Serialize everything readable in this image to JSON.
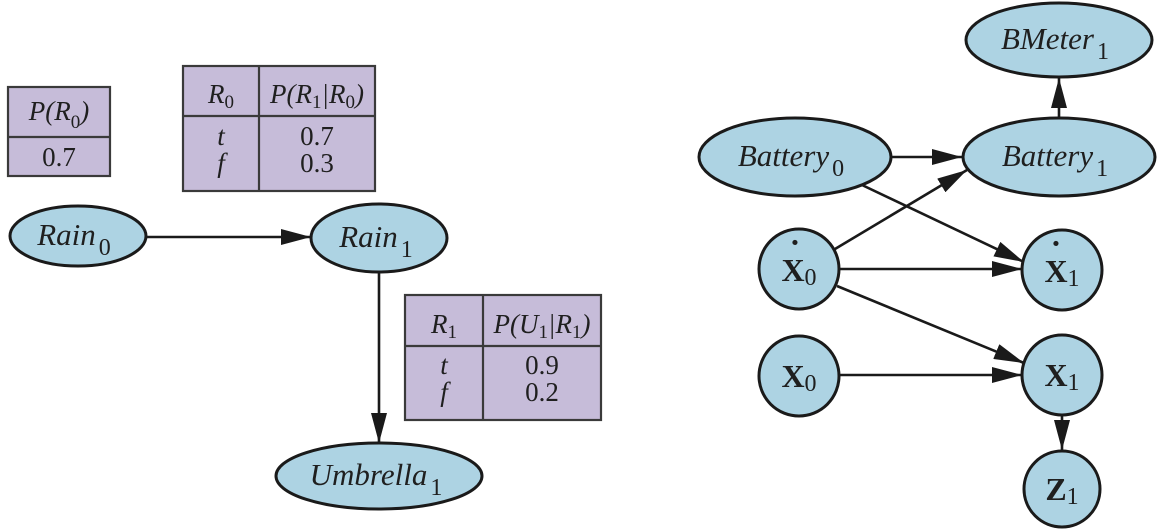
{
  "colors": {
    "node_fill": "#add3e3",
    "cpt_fill": "#c6bcd9",
    "stroke": "#1a1a1a"
  },
  "left_network": {
    "nodes": {
      "rain0": {
        "name": "Rain",
        "sub": "0"
      },
      "rain1": {
        "name": "Rain",
        "sub": "1"
      },
      "umbrella1": {
        "name": "Umbrella",
        "sub": "1"
      }
    },
    "edges": [
      {
        "from": "Rain_0",
        "to": "Rain_1"
      },
      {
        "from": "Rain_1",
        "to": "Umbrella_1"
      }
    ],
    "cpt_prior": {
      "header_p": "P(R",
      "header_sub": "0",
      "header_close": ")",
      "value": "0.7"
    },
    "cpt_transition": {
      "col1": {
        "var": "R",
        "sub": "0"
      },
      "col2": {
        "p": "P(R",
        "s1": "1",
        "mid": "|R",
        "s2": "0",
        "close": ")"
      },
      "rows": [
        {
          "cond": "t",
          "value": "0.7"
        },
        {
          "cond": "f",
          "value": "0.3"
        }
      ]
    },
    "cpt_sensor": {
      "col1": {
        "var": "R",
        "sub": "1"
      },
      "col2": {
        "p": "P(U",
        "s1": "1",
        "mid": "|R",
        "s2": "1",
        "close": ")"
      },
      "rows": [
        {
          "cond": "t",
          "value": "0.9"
        },
        {
          "cond": "f",
          "value": "0.2"
        }
      ]
    }
  },
  "right_network": {
    "nodes": {
      "bmeter1": {
        "name": "BMeter",
        "sub": "1"
      },
      "battery0": {
        "name": "Battery",
        "sub": "0"
      },
      "battery1": {
        "name": "Battery",
        "sub": "1"
      },
      "xdot0": {
        "name": "X",
        "sub": "0",
        "dot": "·"
      },
      "xdot1": {
        "name": "X",
        "sub": "1",
        "dot": "·"
      },
      "x0": {
        "name": "X",
        "sub": "0"
      },
      "x1": {
        "name": "X",
        "sub": "1"
      },
      "z1": {
        "name": "Z",
        "sub": "1"
      }
    },
    "edges": [
      {
        "from": "Battery_0",
        "to": "Battery_1"
      },
      {
        "from": "Battery_1",
        "to": "BMeter_1"
      },
      {
        "from": "Battery_0",
        "to": "Xdot_1"
      },
      {
        "from": "Xdot_0",
        "to": "Battery_1"
      },
      {
        "from": "Xdot_0",
        "to": "Xdot_1"
      },
      {
        "from": "Xdot_0",
        "to": "X_1"
      },
      {
        "from": "X_0",
        "to": "X_1"
      },
      {
        "from": "X_1",
        "to": "Z_1"
      }
    ]
  }
}
